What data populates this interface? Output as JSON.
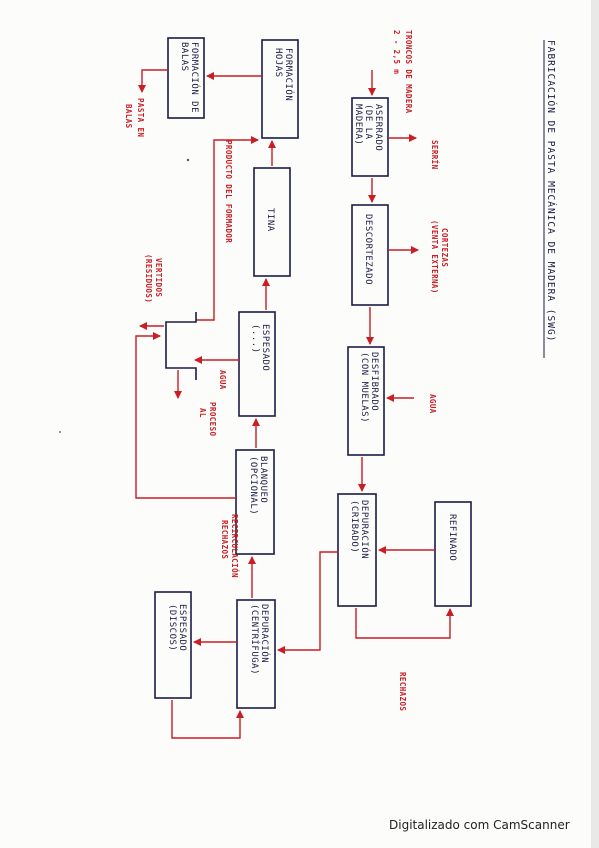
{
  "title": "FABRICACIÓN DE PASTA MECÁNICA DE MADERA (SWG)",
  "nodes": [
    {
      "id": "n1",
      "lines": [
        "ASERRADO",
        "(DE LA",
        "MADERA)"
      ]
    },
    {
      "id": "n2",
      "lines": [
        "DESCORTEZADO"
      ]
    },
    {
      "id": "n3",
      "lines": [
        "DESFIBRADO",
        "(CON MUELAS)"
      ]
    },
    {
      "id": "n4",
      "lines": [
        "DEPURACIÓN",
        "(CRIBADO)"
      ]
    },
    {
      "id": "n5",
      "lines": [
        "REFINADO"
      ]
    },
    {
      "id": "n6",
      "lines": [
        "DEPURACIÓN",
        "(CENTRÍFUGA)"
      ]
    },
    {
      "id": "n7",
      "lines": [
        "ESPESADO",
        "(DISCOS)"
      ]
    },
    {
      "id": "n8",
      "lines": [
        "BLANQUEO",
        "(OPCIONAL)"
      ]
    },
    {
      "id": "n9",
      "lines": [
        "ESPESADO",
        "(...)"
      ]
    },
    {
      "id": "n10",
      "lines": [
        "TINA"
      ]
    },
    {
      "id": "n11",
      "lines": [
        "FORMACIÓN",
        "HOJAS"
      ]
    },
    {
      "id": "n12",
      "lines": [
        "FORMACIÓN DE",
        "BALAS"
      ]
    }
  ],
  "labels": {
    "input1": "TRONCOS DE MADERA",
    "input2": "2 - 2,5 m",
    "serrin": "SERRÍN",
    "cortezas1": "CORTEZAS",
    "cortezas2": "(VENTA EXTERNA)",
    "agua1": "AGUA",
    "rechazos": "RECHAZOS",
    "agua2": "AGUA",
    "alproceso1": "AL",
    "alproceso2": "PROCESO",
    "residuos1": "VERTIDOS",
    "residuos2": "(RESIDUOS)",
    "recirculacion1": "RECIRCULACIÓN",
    "recirculacion2": "RECHAZOS",
    "secado": "PRODUCTO DEL FORMADOR",
    "salida1": "PASTA EN",
    "salida2": "BALAS"
  },
  "footer": "Digitalizado com CamScanner",
  "colors": {
    "ink": "#1c1c46",
    "red": "#c81e24",
    "paper": "#fcfcfb"
  }
}
